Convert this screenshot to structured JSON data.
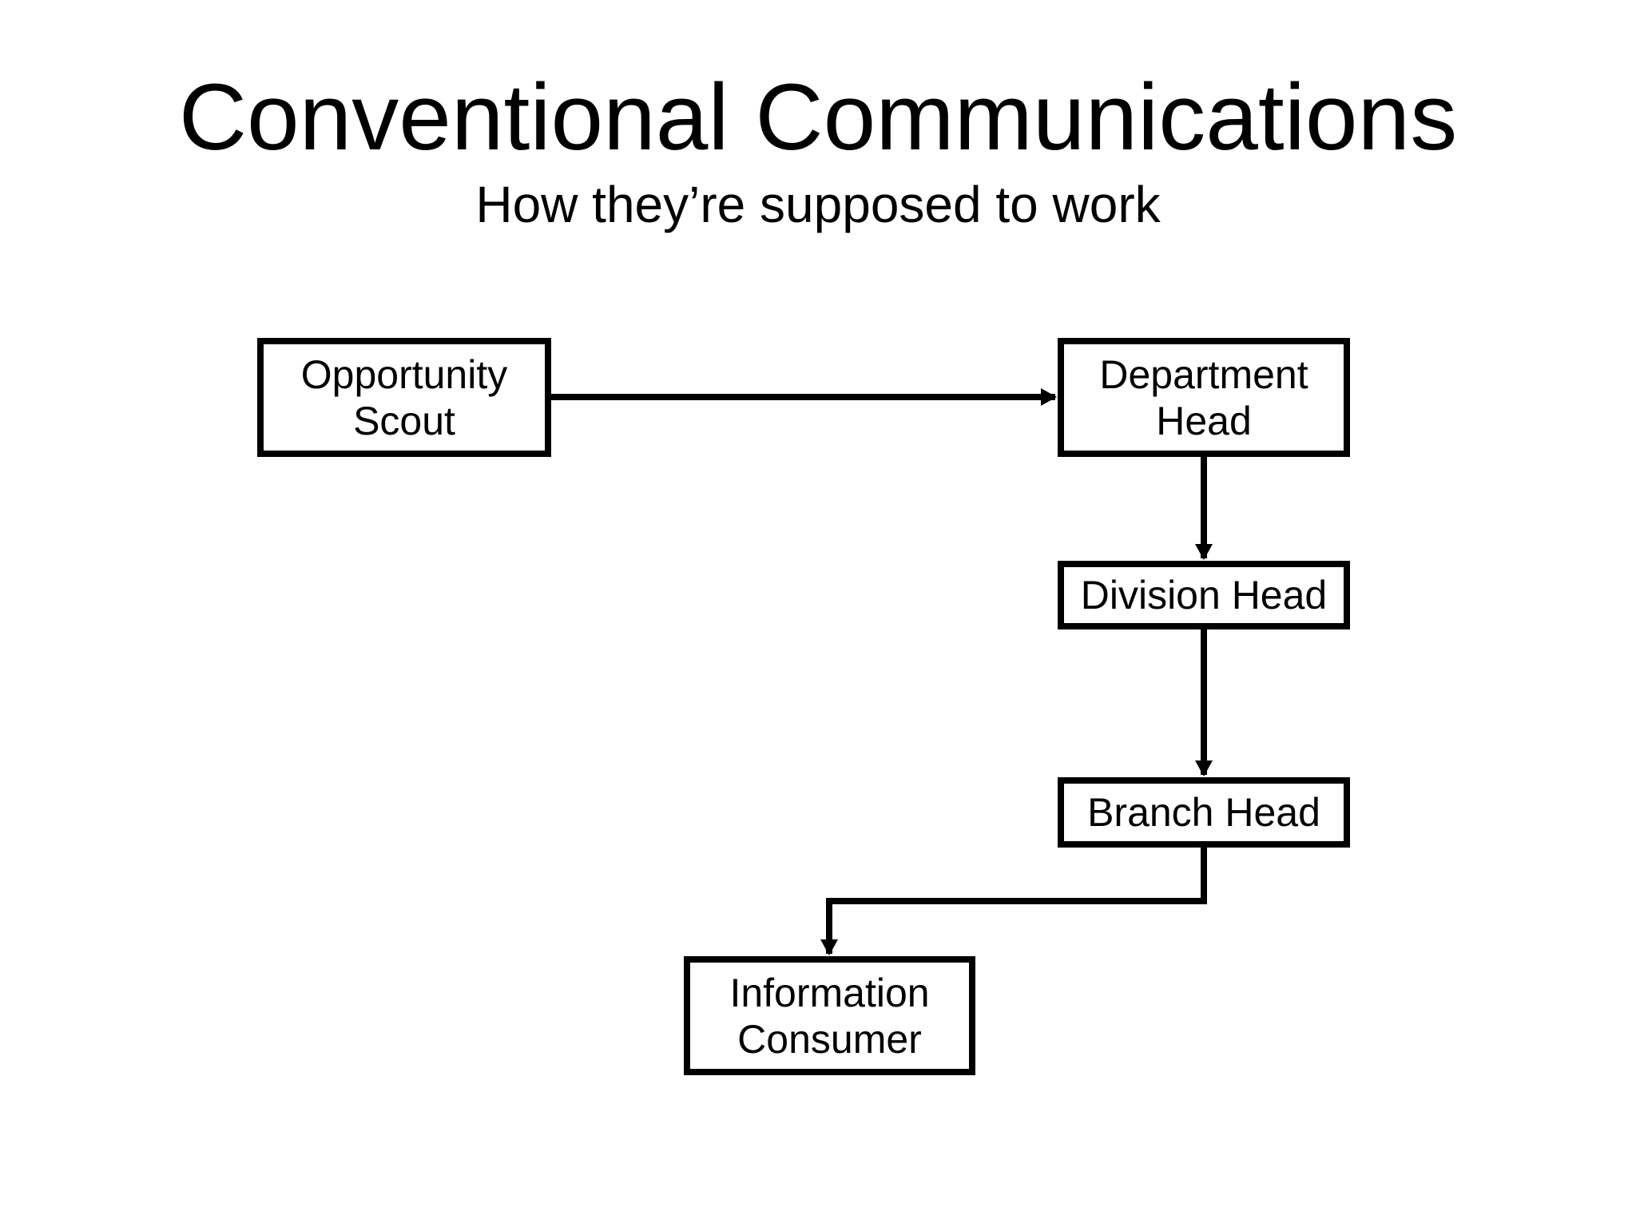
{
  "slide": {
    "title": "Conventional Communications",
    "subtitle": "How they’re supposed to work",
    "background_color": "#ffffff",
    "text_color": "#000000",
    "line_color": "#000000"
  },
  "diagram": {
    "type": "flowchart",
    "nodes": [
      {
        "id": "opportunity-scout",
        "label": "Opportunity Scout"
      },
      {
        "id": "department-head",
        "label": "Department Head"
      },
      {
        "id": "division-head",
        "label": "Division Head"
      },
      {
        "id": "branch-head",
        "label": "Branch Head"
      },
      {
        "id": "information-consumer",
        "label": "Information Consumer"
      }
    ],
    "edges": [
      {
        "from": "opportunity-scout",
        "to": "department-head",
        "style": "straight-right-arrow"
      },
      {
        "from": "department-head",
        "to": "division-head",
        "style": "straight-down-arrow"
      },
      {
        "from": "division-head",
        "to": "branch-head",
        "style": "straight-down-arrow"
      },
      {
        "from": "branch-head",
        "to": "information-consumer",
        "style": "elbow-down-left-down-arrow"
      }
    ]
  }
}
